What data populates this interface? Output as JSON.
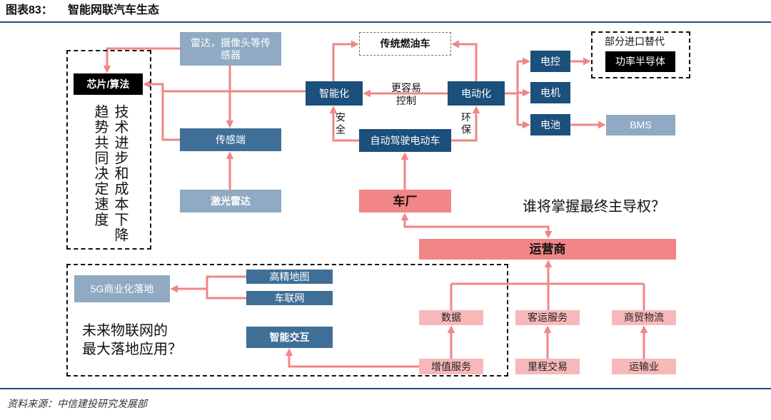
{
  "header": {
    "figure_number": "图表83：",
    "title": "智能网联汽车生态"
  },
  "colors": {
    "rule": "#1f4e79",
    "navy": "#1b4f7c",
    "steel": "#3f6f97",
    "light_steel": "#8faac2",
    "salmon": "#f28585",
    "pink": "#f8b8b8",
    "arrow": "#f08686",
    "black_box": "#000000"
  },
  "left_panel": {
    "chip_algorithm": "芯片/算法",
    "note_column_1": "技术进步和成本下降",
    "note_column_2": "趋势共同决定速度"
  },
  "sensors": {
    "radar_camera": [
      "雷达，摄像头等传",
      "感器"
    ],
    "sensor_end": "传感端",
    "lidar": "激光雷达"
  },
  "vehicles": {
    "traditional_fuel": "传统燃油车",
    "intelligent": "智能化",
    "electric": "电动化",
    "easier_control": [
      "更容易",
      "控制"
    ],
    "autonomous_ev": "自动驾驶电动车",
    "safety": "安全",
    "eco": "环保"
  },
  "powertrain": {
    "control": "电控",
    "motor": "电机",
    "battery": "电池",
    "bms": "BMS",
    "import_substitution_note": "部分进口替代",
    "power_semiconductor": "功率半导体"
  },
  "players": {
    "oem": "车厂",
    "question": "谁将掌握最终主导权？",
    "operator": "运营商"
  },
  "services": {
    "data": "数据",
    "value_added": "增值服务",
    "passenger": "客运服务",
    "mileage_trading": "里程交易",
    "commercial_logistics": "商贸物流",
    "transport": "运输业"
  },
  "iot": {
    "hd_map": "高精地图",
    "v2x": "车联网",
    "smart_interaction": "智能交互",
    "commercial_5g": "5G商业化落地",
    "question": [
      "未来物联网的",
      "最大落地应用？"
    ]
  },
  "source": "资料来源：中信建投研究发展部"
}
